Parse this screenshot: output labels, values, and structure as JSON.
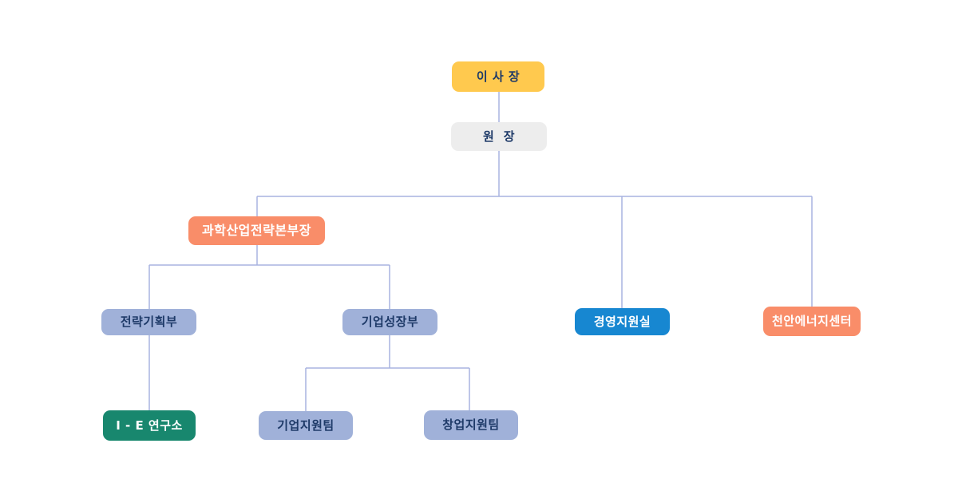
{
  "diagram": {
    "type": "org-chart",
    "background": "#FFFFFF",
    "connector_color": "#A9B3E0",
    "colors": {
      "yellow": "#FFC94E",
      "gray": "#EDEDED",
      "salmon": "#F98D69",
      "periwinkle": "#A0B1D9",
      "blue": "#1787D1",
      "teal": "#18876E",
      "navy_text": "#1E3A68",
      "white_text": "#FFFFFF"
    },
    "nodes": [
      {
        "id": "chairman",
        "label": "이 사 장",
        "bg": "#FFC94E",
        "fg": "#1E3A68"
      },
      {
        "id": "director",
        "label": "원  장",
        "bg": "#EDEDED",
        "fg": "#1E3A68"
      },
      {
        "id": "science-industry-strategy-hq",
        "label": "과학산업전략본부장",
        "bg": "#F98D69",
        "fg": "#FFFFFF"
      },
      {
        "id": "strategy-planning-dept",
        "label": "전략기획부",
        "bg": "#A0B1D9",
        "fg": "#1E3A68"
      },
      {
        "id": "business-growth-dept",
        "label": "기업성장부",
        "bg": "#A0B1D9",
        "fg": "#1E3A68"
      },
      {
        "id": "management-support-office",
        "label": "경영지원실",
        "bg": "#1787D1",
        "fg": "#FFFFFF"
      },
      {
        "id": "cheonan-energy-center",
        "label": "천안에너지센터",
        "bg": "#F98D69",
        "fg": "#FFFFFF"
      },
      {
        "id": "ie-research-institute",
        "label": "I - E 연구소",
        "bg": "#18876E",
        "fg": "#FFFFFF"
      },
      {
        "id": "business-support-team",
        "label": "기업지원팀",
        "bg": "#A0B1D9",
        "fg": "#1E3A68"
      },
      {
        "id": "startup-support-team",
        "label": "창업지원팀",
        "bg": "#A0B1D9",
        "fg": "#1E3A68"
      }
    ],
    "edges": [
      {
        "from": "chairman",
        "to": "director"
      },
      {
        "from": "director",
        "to": "science-industry-strategy-hq"
      },
      {
        "from": "director",
        "to": "management-support-office"
      },
      {
        "from": "director",
        "to": "cheonan-energy-center"
      },
      {
        "from": "science-industry-strategy-hq",
        "to": "strategy-planning-dept"
      },
      {
        "from": "science-industry-strategy-hq",
        "to": "business-growth-dept"
      },
      {
        "from": "strategy-planning-dept",
        "to": "ie-research-institute"
      },
      {
        "from": "business-growth-dept",
        "to": "business-support-team"
      },
      {
        "from": "business-growth-dept",
        "to": "startup-support-team"
      }
    ]
  }
}
